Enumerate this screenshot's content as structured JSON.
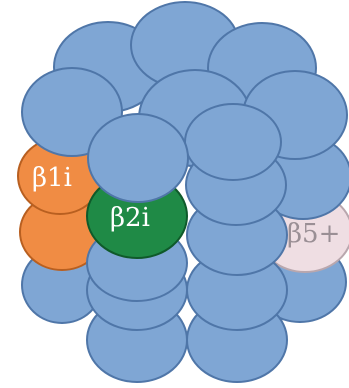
{
  "colors": {
    "background": "#ffffff",
    "default_subunit": "#7fa6d4",
    "default_stroke": "#4f76a8",
    "beta1_subunit": "#f08c44",
    "beta1_stroke": "#b85f20",
    "beta2_subunit": "#1f8a46",
    "beta2_stroke": "#0f5a2a",
    "beta5_subunit": "#efdee3",
    "beta5_stroke": "#b9a7ae"
  },
  "subunit_shape": "ellipse",
  "labels": {
    "beta1": "β1i",
    "beta2": "β2i",
    "beta5": "β5+"
  }
}
